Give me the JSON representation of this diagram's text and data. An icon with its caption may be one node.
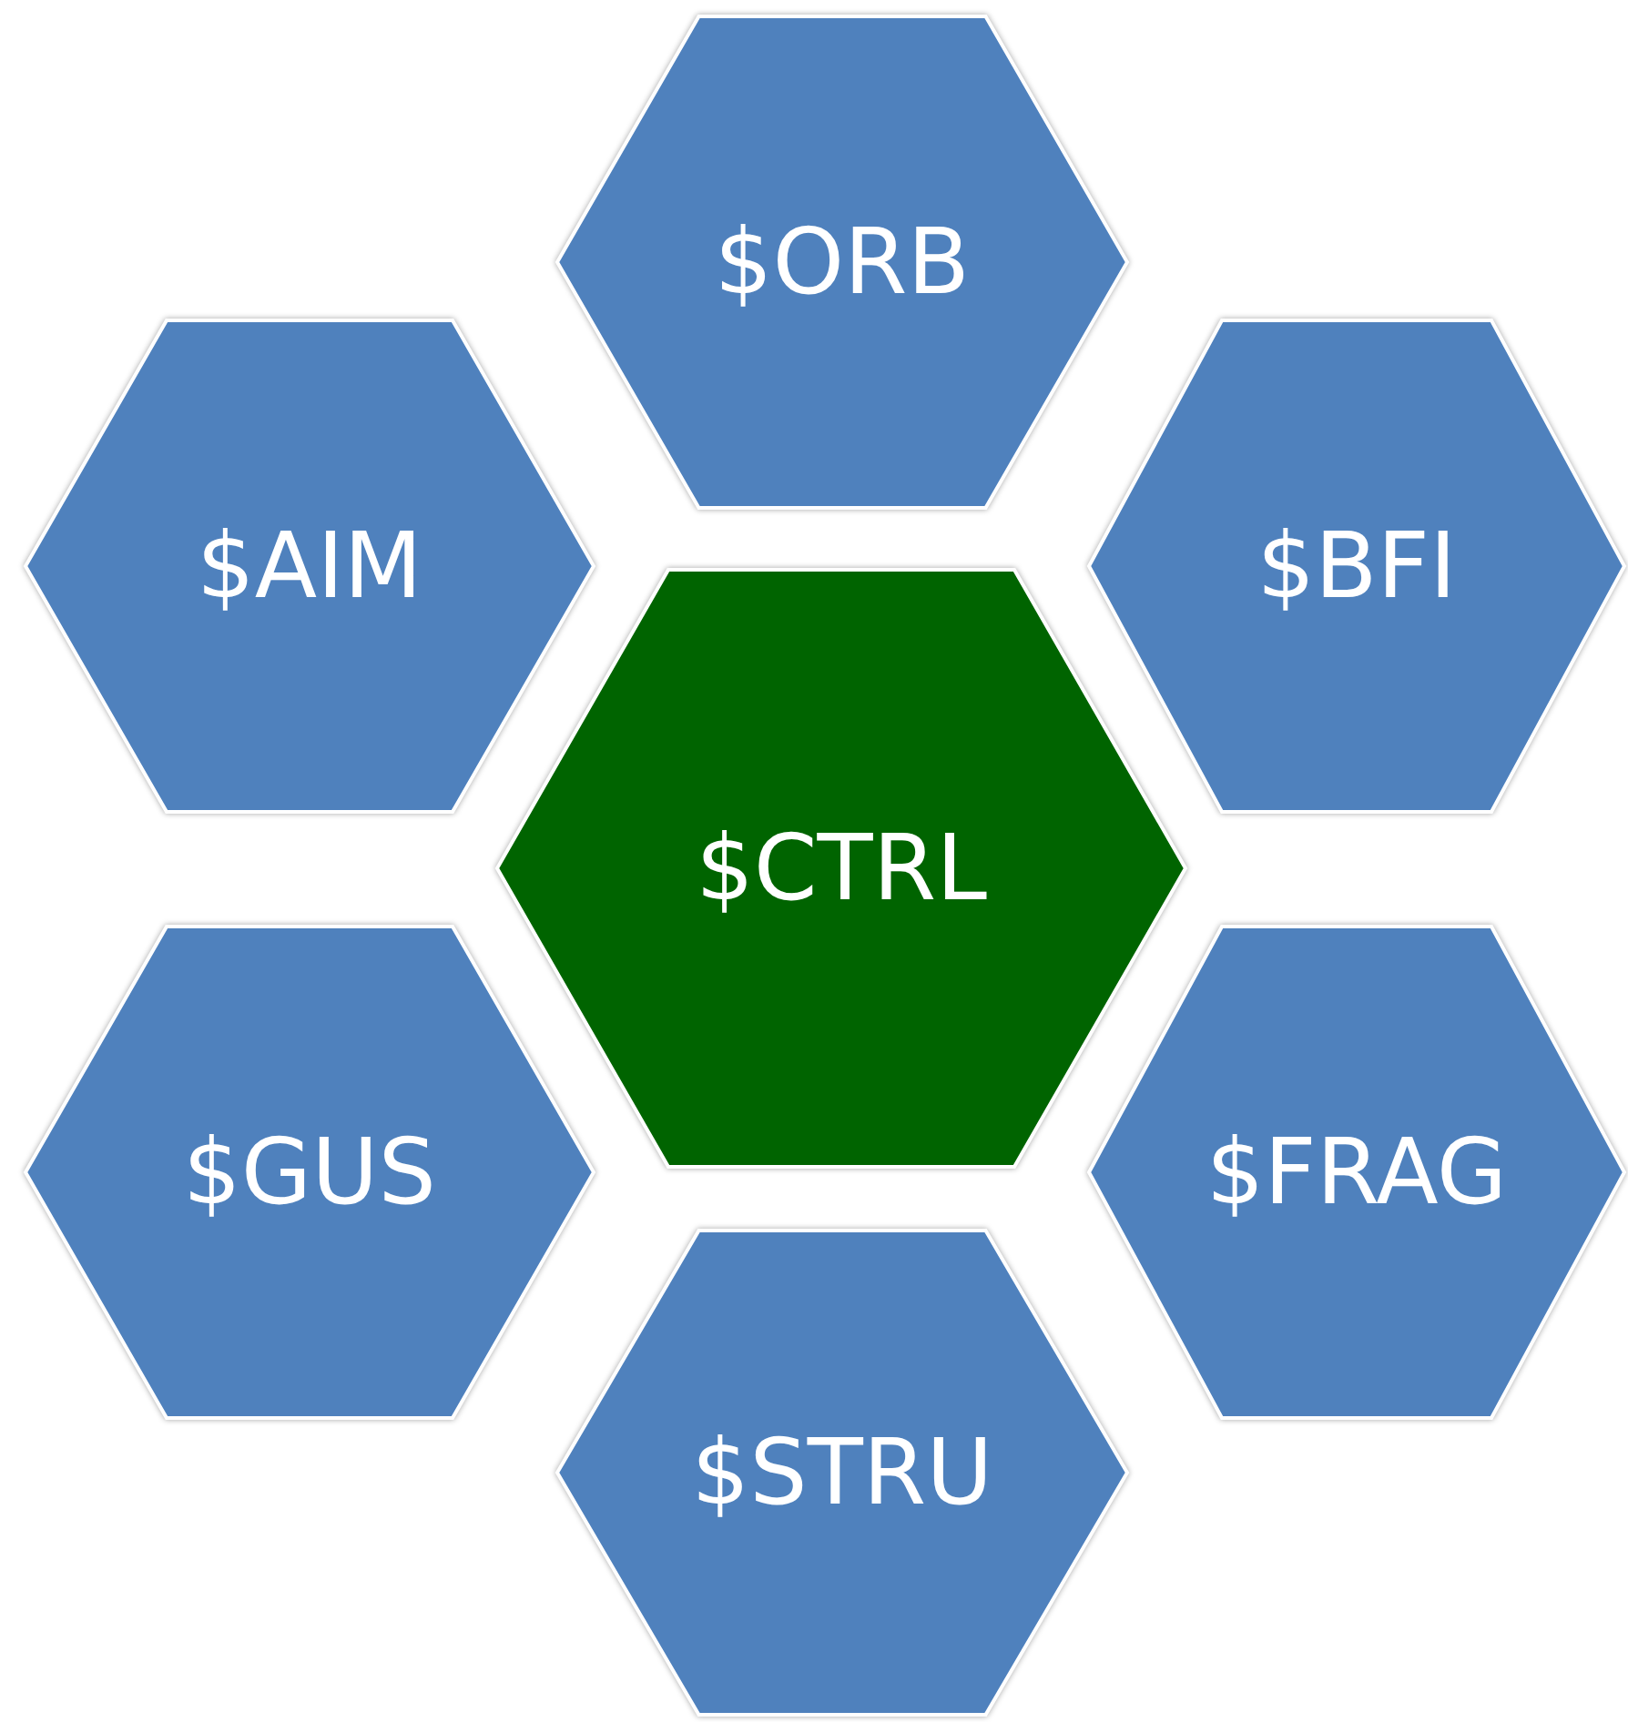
{
  "diagram": {
    "nodes": [
      {
        "text": [
          "$ORB"
        ]
      },
      {
        "text": [
          "$AIM"
        ]
      },
      {
        "text": [
          "$BFI"
        ]
      },
      {
        "text": [
          "$CTRL"
        ]
      },
      {
        "text": [
          "$GUS"
        ]
      },
      {
        "text": [
          "$FRAG"
        ]
      },
      {
        "text": [
          "$STRU"
        ]
      }
    ]
  }
}
